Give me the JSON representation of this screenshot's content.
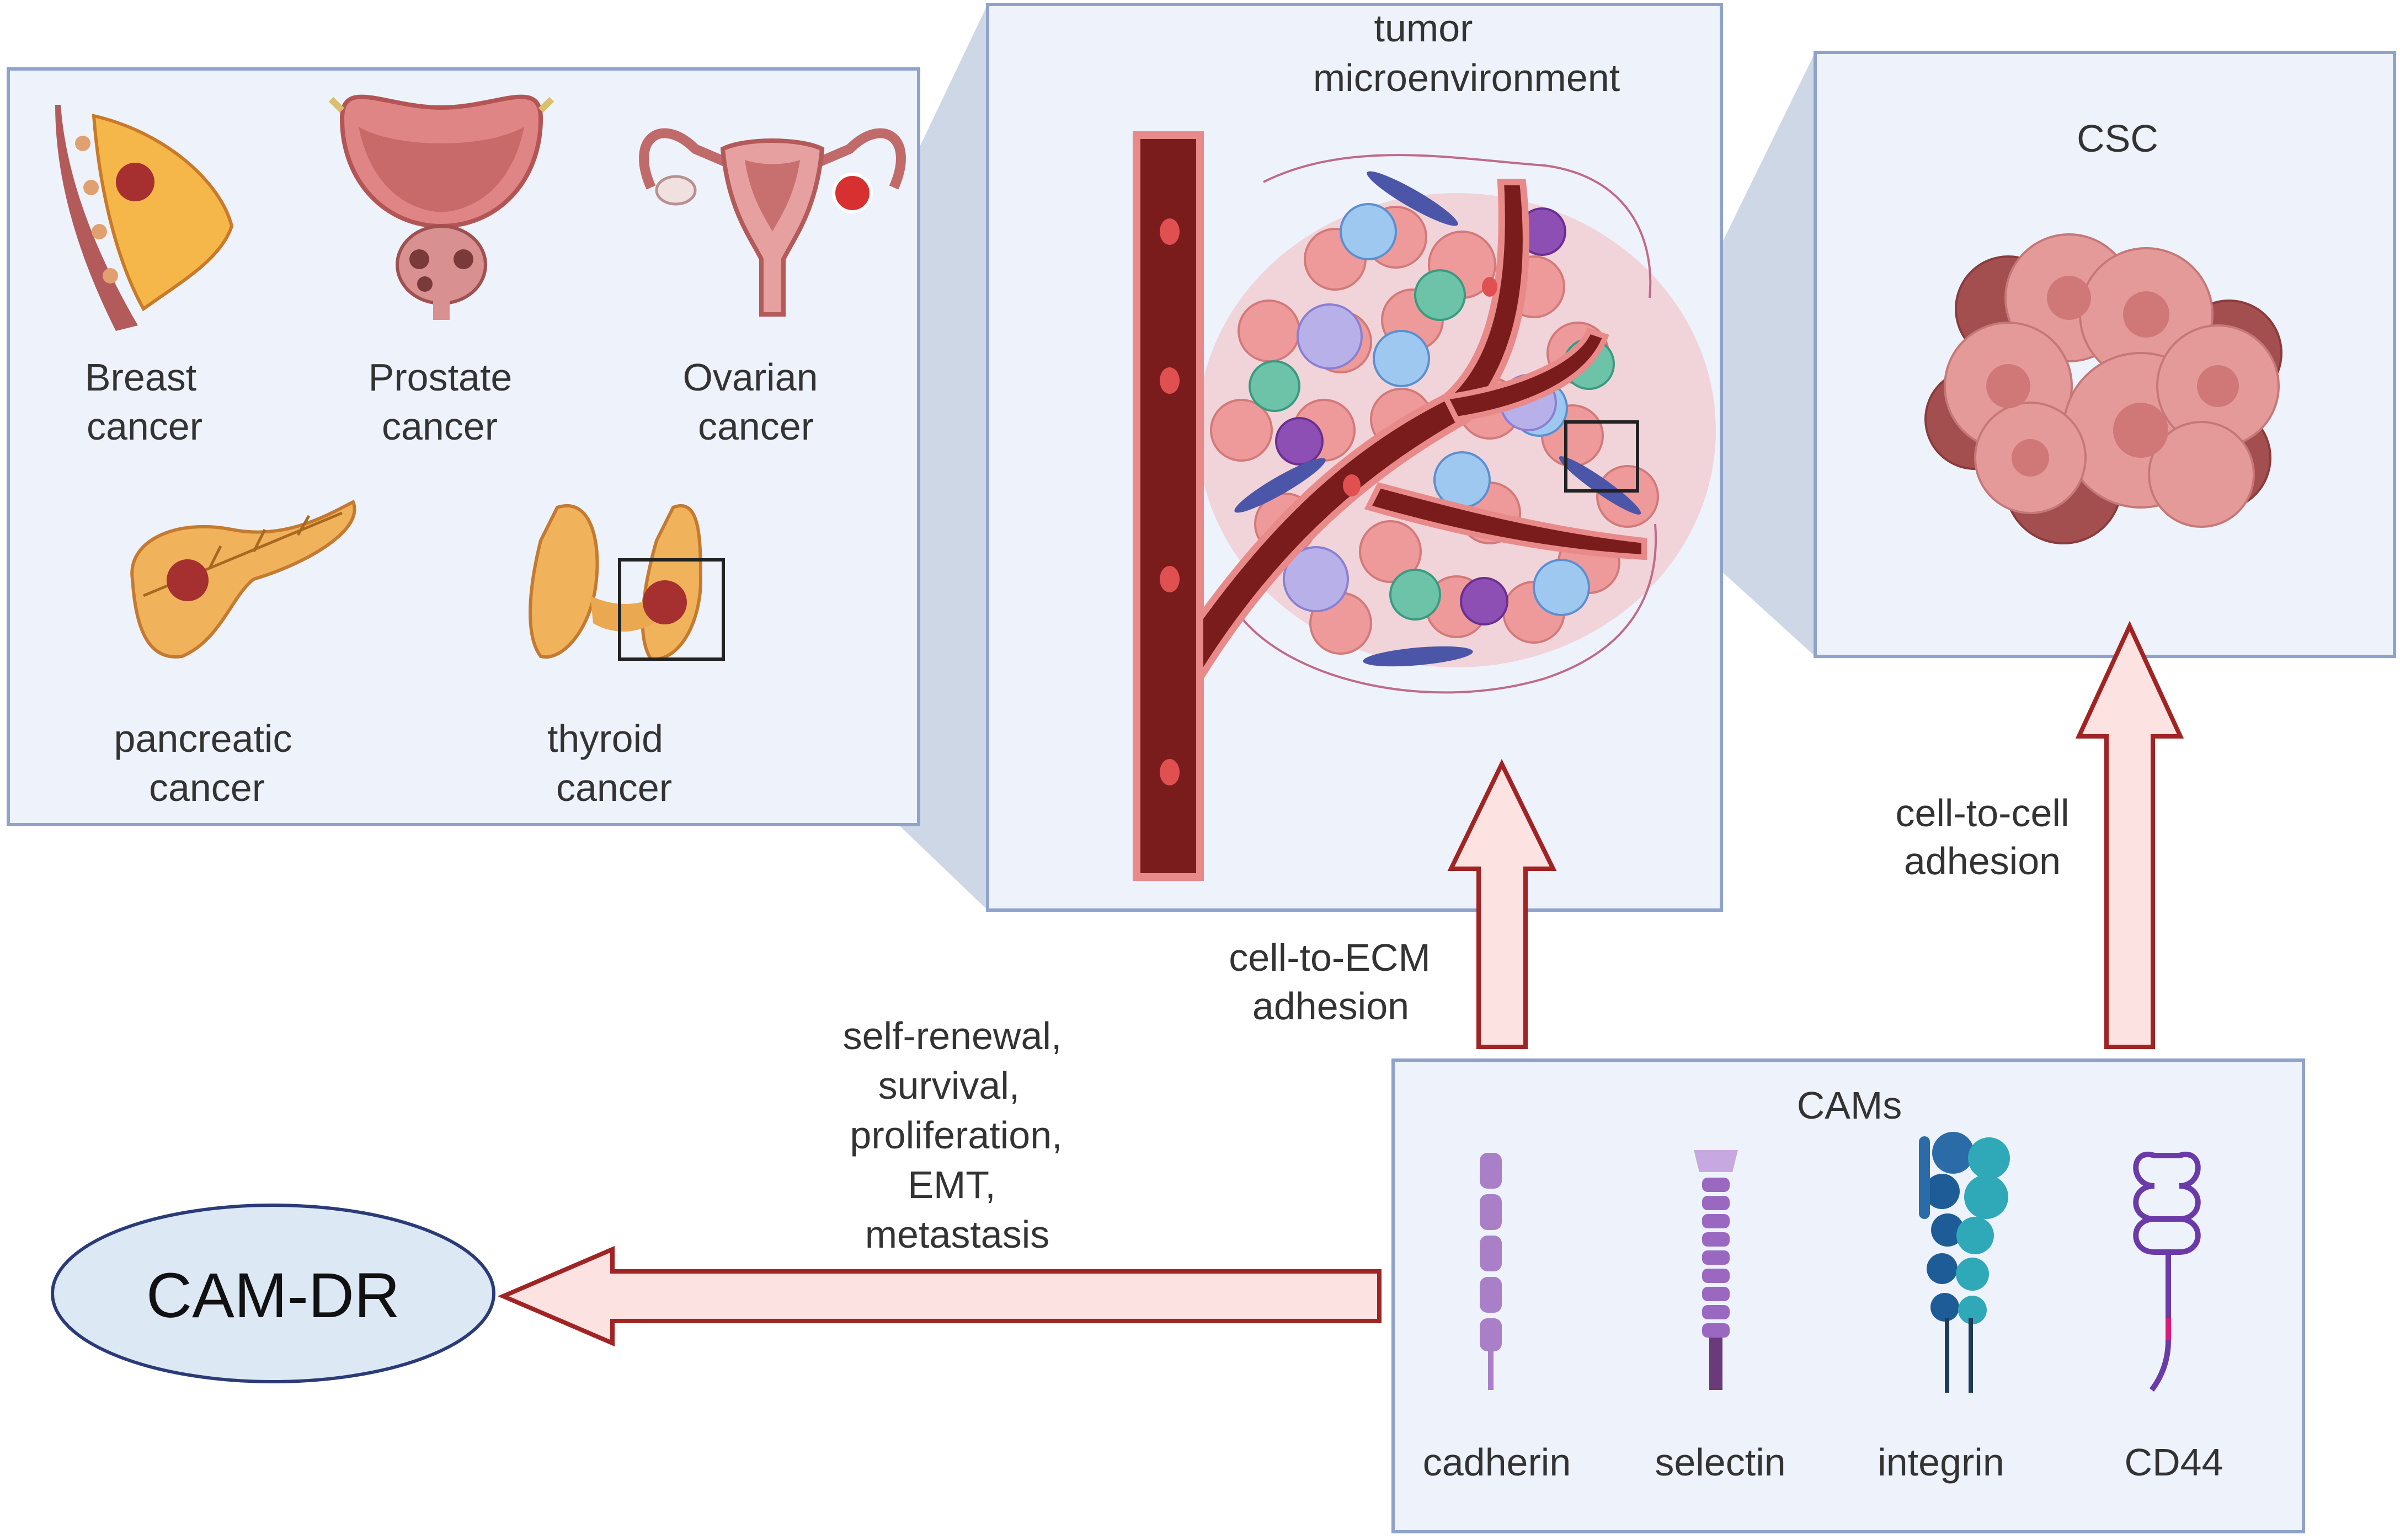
{
  "cancers": [
    {
      "name": "breast",
      "line1": "Breast",
      "line2": "cancer"
    },
    {
      "name": "prostate",
      "line1": "Prostate",
      "line2": "cancer"
    },
    {
      "name": "ovarian",
      "line1": "Ovarian",
      "line2": "cancer"
    },
    {
      "name": "pancreatic",
      "line1": "pancreatic",
      "line2": "cancer"
    },
    {
      "name": "thyroid",
      "line1": "thyroid",
      "line2": "cancer"
    }
  ],
  "tme": {
    "line1": "tumor",
    "line2": "microenvironment"
  },
  "csc": {
    "title": "CSC"
  },
  "cams": {
    "title": "CAMs",
    "items": [
      "cadherin",
      "selectin",
      "integrin",
      "CD44"
    ]
  },
  "arrows": {
    "ecm": {
      "line1": "cell-to-ECM",
      "line2": "adhesion"
    },
    "cell": {
      "line1": "cell-to-cell",
      "line2": "adhesion"
    },
    "effects": [
      "self-renewal,",
      "survival,",
      "proliferation,",
      "EMT,",
      "metastasis"
    ]
  },
  "camdr": {
    "label": "CAM-DR"
  },
  "colors": {
    "panel_fill": "#eef3fb",
    "panel_border": "#8fa2cc",
    "arrow_fill": "#fde2e2",
    "arrow_border": "#a02424",
    "ellipse_fill": "#dde8f5",
    "ellipse_border": "#2b3b78",
    "vessel": "#7a1c1c"
  }
}
